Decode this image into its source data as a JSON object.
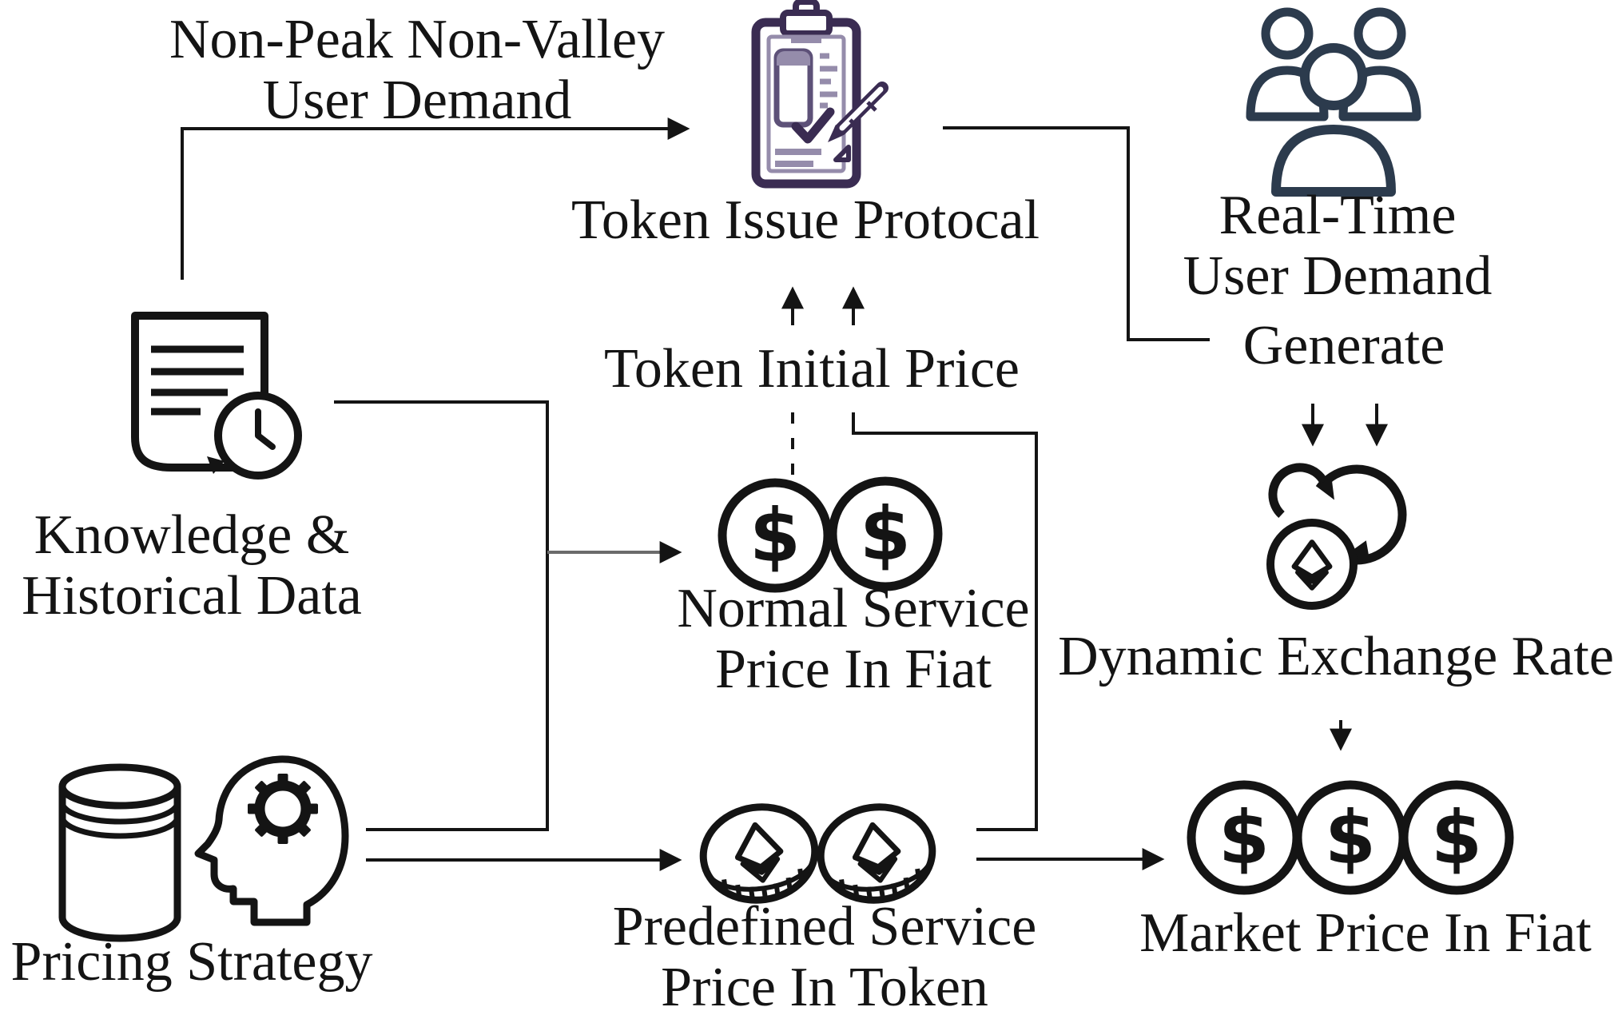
{
  "colors": {
    "ink": "#141414",
    "clipboard": "#3a2c52",
    "clipboard_accent": "#958cab",
    "people": "#2c3b4d",
    "background": "#ffffff",
    "muted_arrow": "#6b6b6b"
  },
  "nodes": {
    "non_peak_demand": {
      "line1": "Non-Peak Non-Valley",
      "line2": "User Demand"
    },
    "token_issue_protocol": {
      "label": "Token Issue Protocal"
    },
    "real_time_demand": {
      "line1": "Real-Time",
      "line2": "User Demand"
    },
    "generate": {
      "label": "Generate"
    },
    "token_initial_price": {
      "label": "Token Initial Price"
    },
    "knowledge_historical": {
      "line1": "Knowledge &",
      "line2": "Historical Data"
    },
    "normal_service_price": {
      "line1": "Normal Service",
      "line2": "Price In Fiat"
    },
    "dynamic_exchange_rate": {
      "label": "Dynamic Exchange Rate"
    },
    "pricing_strategy": {
      "label": "Pricing Strategy"
    },
    "predefined_service_price": {
      "line1": "Predefined Service",
      "line2": "Price In Token"
    },
    "market_price": {
      "label": "Market Price In Fiat"
    }
  },
  "icons": {
    "dollar_symbol": "$",
    "clipboard": "clipboard-with-checkmark-and-pencil",
    "people": "three-user-silhouettes",
    "document_history": "document-with-history-clock",
    "exchange": "circular-arrows-with-ethereum-token",
    "database": "database-cylinder",
    "head_gear": "head-with-gear",
    "dollar_coin": "dollar-coin",
    "eth_coin": "ethereum-coin"
  }
}
